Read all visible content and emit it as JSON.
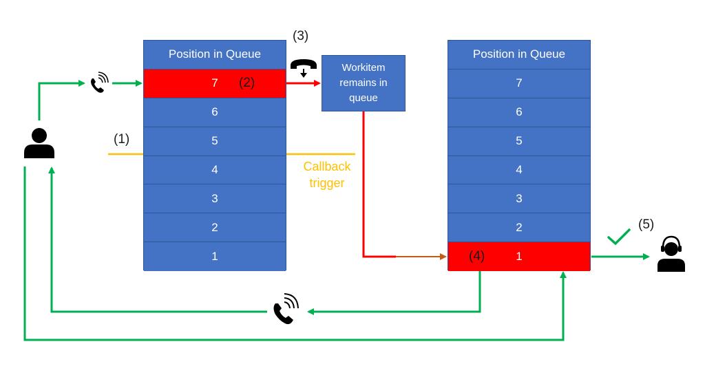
{
  "queue_left": {
    "header": "Position in Queue",
    "positions": [
      "7",
      "6",
      "5",
      "4",
      "3",
      "2",
      "1"
    ]
  },
  "queue_right": {
    "header": "Position in Queue",
    "positions": [
      "7",
      "6",
      "5",
      "4",
      "3",
      "2",
      "1"
    ]
  },
  "workitem": {
    "text": "Workitem remains in queue"
  },
  "callback_trigger": {
    "text": "Callback trigger"
  },
  "step_labels": {
    "step1": "(1)",
    "step2": "(2)",
    "step3": "(3)",
    "step4": "(4)",
    "step5": "(5)"
  },
  "colors": {
    "queue_fill": "#4472c4",
    "queue_active": "#ff0000",
    "flow_green": "#00b050",
    "flow_red": "#ff0000",
    "trigger_line": "#ffc000",
    "callback_arrow": "#c55a11"
  },
  "icons": [
    "caller-person-icon",
    "ringing-phone-icon",
    "hangup-phone-icon",
    "callback-phone-icon",
    "agent-headset-icon",
    "checkmark-icon"
  ]
}
